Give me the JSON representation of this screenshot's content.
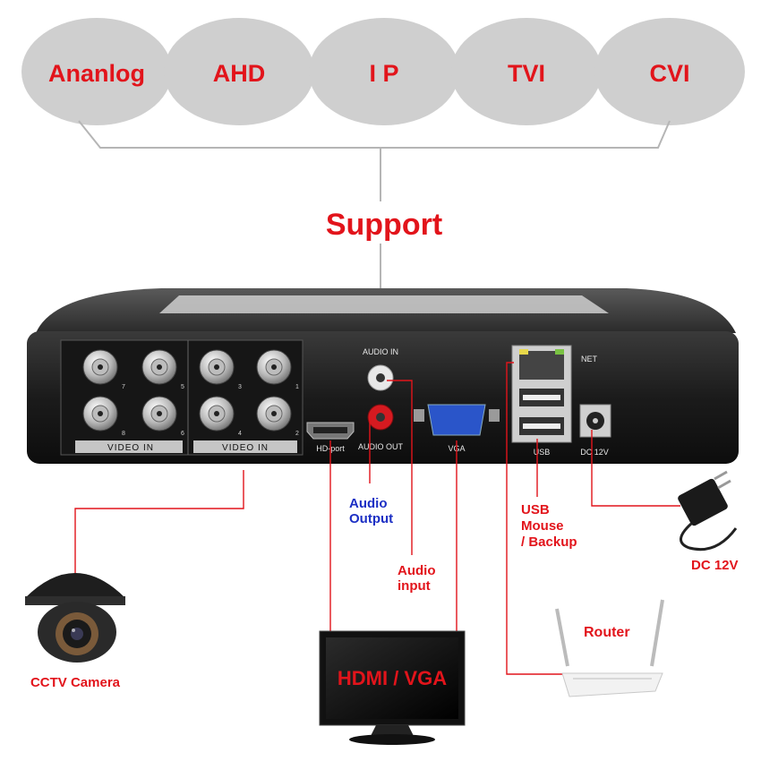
{
  "support_types": [
    "Ananlog",
    "AHD",
    "I P",
    "TVI",
    "CVI"
  ],
  "support_label": "Support",
  "ports": {
    "audio_in": "AUDIO IN",
    "audio_out": "AUDIO OUT",
    "hd_port": "HD-port",
    "vga": "VGA",
    "usb": "USB",
    "net": "NET",
    "dc": "DC 12V",
    "video_in": [
      "VIDEO IN",
      "VIDEO IN"
    ],
    "bnc_numbers": [
      "7",
      "5",
      "3",
      "1",
      "8",
      "6",
      "4",
      "2"
    ]
  },
  "callouts": {
    "audio_output": [
      "Audio",
      "Output"
    ],
    "audio_input": [
      "Audio",
      "input"
    ],
    "usb": [
      "USB",
      "Mouse",
      "/ Backup"
    ],
    "dc": "DC 12V",
    "router": "Router",
    "camera": "CCTV Camera",
    "monitor": "HDMI / VGA"
  },
  "colors": {
    "accent_red": "#e2141b",
    "accent_blue": "#1c2fc4",
    "ellipse_fill": "#cfcfcf",
    "device_body": "#1f1f1f",
    "connector_line": "#e2141b"
  },
  "icons": [
    "cctv-dome-camera-icon",
    "router-icon",
    "monitor-icon",
    "power-adapter-icon"
  ]
}
